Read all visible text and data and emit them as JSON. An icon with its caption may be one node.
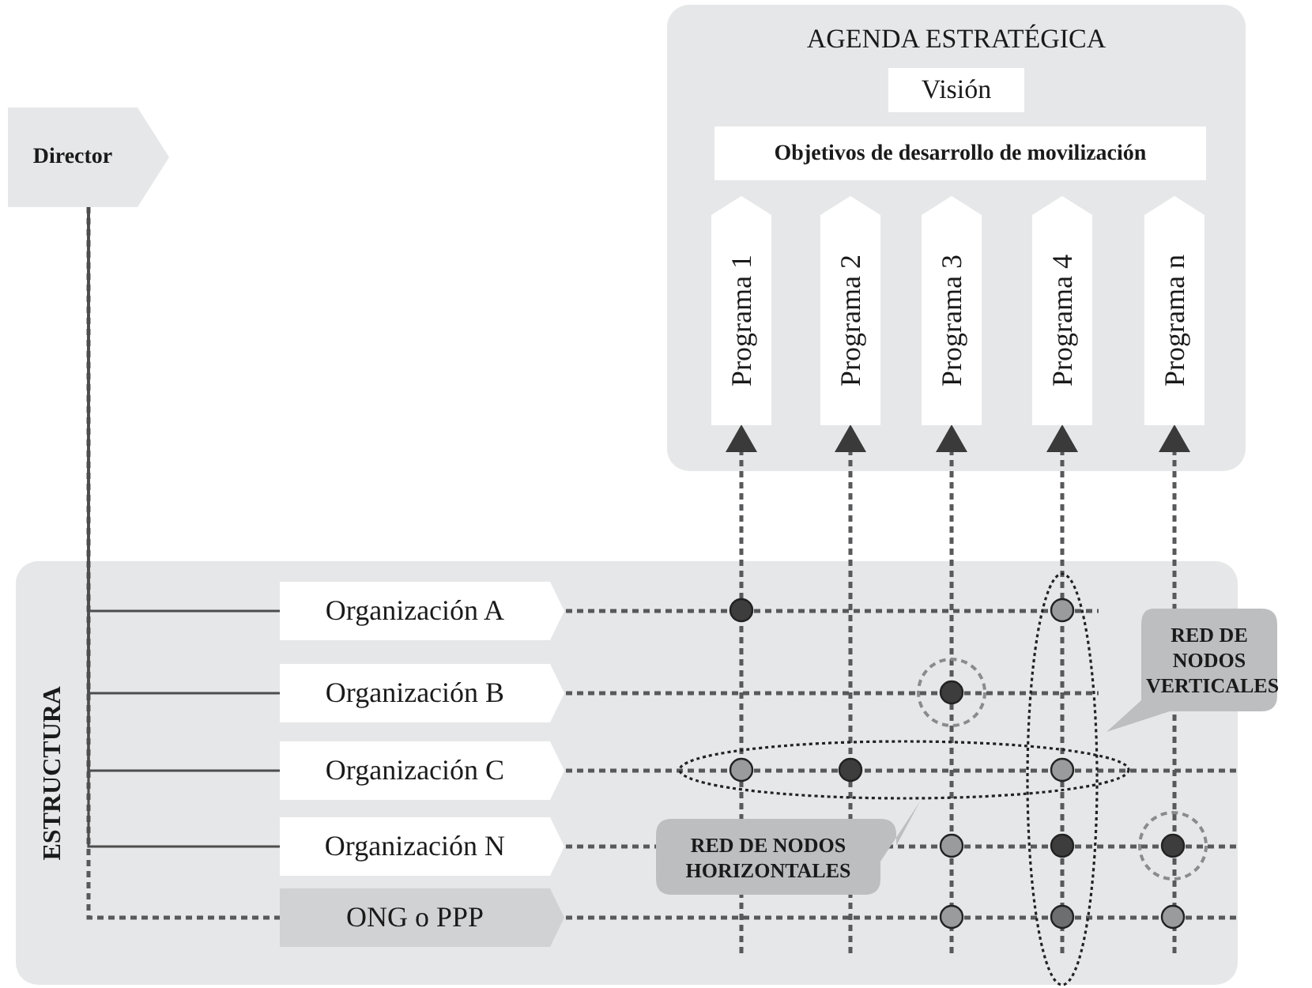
{
  "diagram": {
    "nodes": [
      {
        "text": [
          "AGENDA ESTRATÉGICA"
        ]
      },
      {
        "text": [
          "Visión"
        ],
        "in": 0
      },
      {
        "text": [
          "Objetivos de desarrollo de movilización"
        ],
        "in": 0
      },
      {
        "text": [
          "Programa 1"
        ],
        "in": 0
      },
      {
        "text": [
          "Programa 2"
        ],
        "in": 0
      },
      {
        "text": [
          "Programa 3"
        ],
        "in": 0
      },
      {
        "text": [
          "Programa 4"
        ],
        "in": 0
      },
      {
        "text": [
          "Programa n"
        ],
        "in": 0
      },
      {
        "text": [
          "Director"
        ]
      },
      {
        "text": [
          "ESTRUCTURA"
        ]
      },
      {
        "text": [
          "Organización A"
        ],
        "in": 9
      },
      {
        "text": [
          "Organización B"
        ],
        "in": 9
      },
      {
        "text": [
          "Organización C"
        ],
        "in": 9
      },
      {
        "text": [
          "Organización N"
        ],
        "in": 9
      },
      {
        "text": [
          "ONG o PPP"
        ],
        "in": 9
      },
      {
        "text": [
          "RED DE NODOS VERTICALES"
        ]
      },
      {
        "text": [
          "RED DE NODOS HORIZONTALES"
        ],
        "in": 9
      }
    ],
    "edges": [
      {
        "from": null,
        "to": 3,
        "arrow": "to",
        "style": "dashed"
      },
      {
        "from": null,
        "to": 4,
        "arrow": "to",
        "style": "dashed"
      },
      {
        "from": null,
        "to": 5,
        "arrow": "to",
        "style": "dashed"
      },
      {
        "from": null,
        "to": 6,
        "arrow": "to",
        "style": "dashed"
      },
      {
        "from": null,
        "to": 7,
        "arrow": "to",
        "style": "dashed"
      },
      {
        "from": 10,
        "to": null,
        "arrow": "none",
        "style": "dashed"
      },
      {
        "from": 11,
        "to": null,
        "arrow": "none",
        "style": "dashed"
      },
      {
        "from": 12,
        "to": null,
        "arrow": "none",
        "style": "dashed"
      },
      {
        "from": 13,
        "to": null,
        "arrow": "none",
        "style": "dashed"
      },
      {
        "from": 14,
        "to": null,
        "arrow": "none",
        "style": "dashed"
      },
      {
        "from": 8,
        "to": 10,
        "arrow": "none"
      },
      {
        "from": 8,
        "to": 11,
        "arrow": "none"
      },
      {
        "from": 8,
        "to": 12,
        "arrow": "none"
      },
      {
        "from": 8,
        "to": 13,
        "arrow": "none"
      },
      {
        "from": 8,
        "to": 14,
        "arrow": "none",
        "style": "dashed"
      }
    ]
  }
}
